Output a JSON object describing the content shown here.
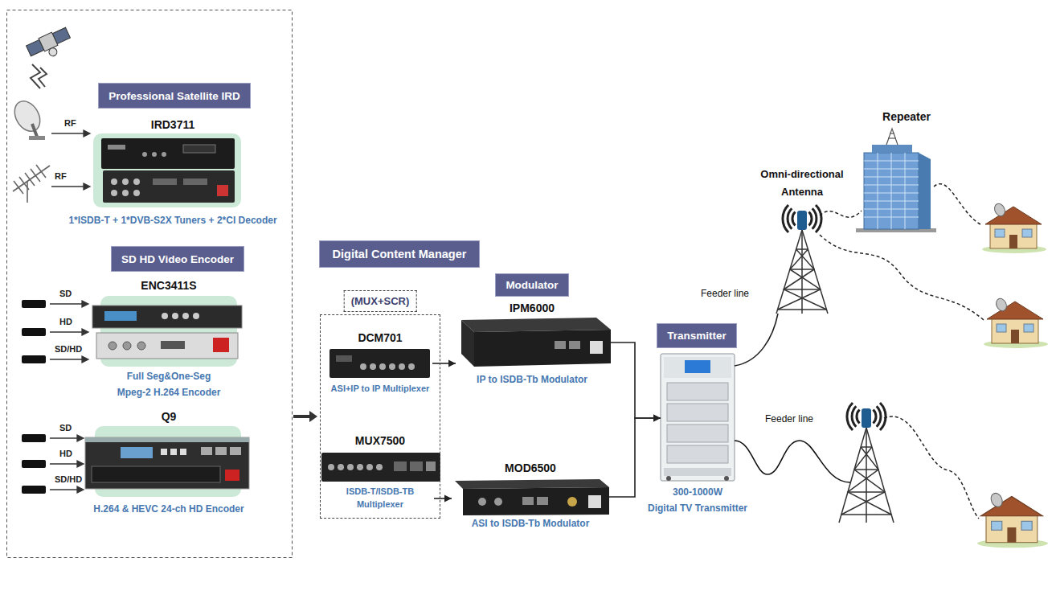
{
  "diagram": {
    "nodes": [
      {
        "text": [
          "Professional Satellite IRD"
        ]
      },
      {
        "text": [
          "IRD3711",
          "1*ISDB-T + 1*DVB-S2X Tuners + 2*CI Decoder"
        ]
      },
      {
        "text": [
          "SD HD Video Encoder"
        ]
      },
      {
        "text": [
          "ENC3411S",
          "Full Seg&One-Seg",
          "Mpeg-2 H.264 Encoder"
        ]
      },
      {
        "text": [
          "Q9",
          "H.264 & HEVC 24-ch HD Encoder"
        ]
      },
      {
        "text": [
          "Digital Content Manager"
        ]
      },
      {
        "text": [
          "(MUX+SCR)"
        ]
      },
      {
        "text": [
          "DCM701",
          "ASI+IP to IP Multiplexer"
        ],
        "in": 6
      },
      {
        "text": [
          "MUX7500",
          "ISDB-T/ISDB-TB Multiplexer"
        ],
        "in": 6
      },
      {
        "text": [
          "Modulator"
        ]
      },
      {
        "text": [
          "IPM6000",
          "IP to ISDB-Tb Modulator"
        ]
      },
      {
        "text": [
          "MOD6500",
          "ASI to ISDB-Tb Modulator"
        ]
      },
      {
        "text": [
          "Transmitter"
        ]
      },
      {
        "text": [
          "300-1000W",
          "Digital TV Transmitter"
        ]
      },
      {
        "text": [
          "Omni-directional Antenna"
        ]
      },
      {
        "text": [
          "Repeater"
        ]
      }
    ],
    "edges": [
      {
        "from": 7,
        "to": 10,
        "arrow": "to"
      },
      {
        "from": 8,
        "to": 11,
        "arrow": "to"
      },
      {
        "from": 10,
        "to": 13,
        "arrow": "to"
      },
      {
        "from": 11,
        "to": 13,
        "arrow": "to"
      },
      {
        "from": 13,
        "to": 14,
        "label": "Feeder line",
        "arrow": "none"
      }
    ],
    "labels": [
      "RF",
      "RF",
      "SD",
      "HD",
      "SD/HD",
      "SD",
      "HD",
      "SD/HD",
      "Feeder line"
    ]
  }
}
